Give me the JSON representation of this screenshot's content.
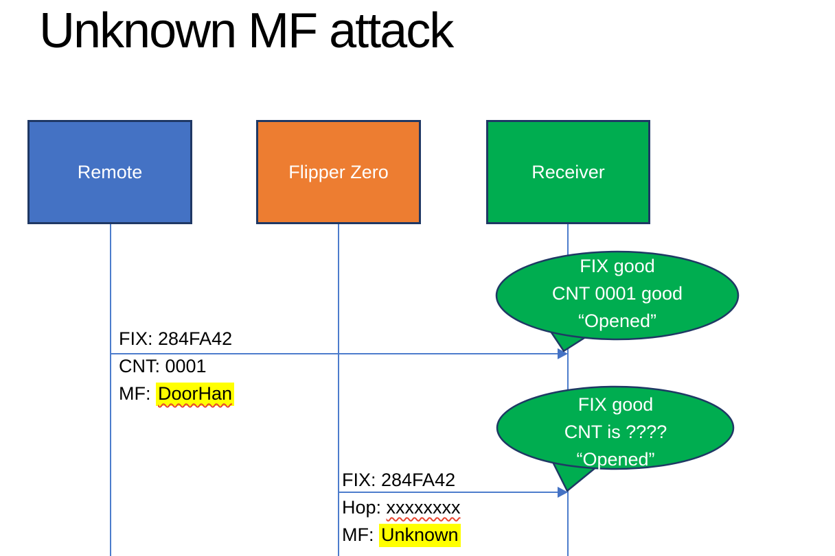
{
  "slide": {
    "title": "Unknown MF attack"
  },
  "actors": {
    "remote": {
      "label": "Remote",
      "fill": "#4472C4"
    },
    "flipper": {
      "label": "Flipper Zero",
      "fill": "#ED7D31"
    },
    "receiver": {
      "label": "Receiver",
      "fill": "#00AD50"
    }
  },
  "messages": {
    "msg1": {
      "from": "Remote",
      "to": "Receiver",
      "line1": "FIX: 284FA42",
      "line2": "CNT: 0001",
      "line3_prefix": "MF: ",
      "line3_value": "DoorHan",
      "line3_value_style": "yellow-highlight, red-wavy-underline"
    },
    "msg2": {
      "from": "Flipper Zero",
      "to": "Receiver",
      "line1": "FIX: 284FA42",
      "line2_prefix": "Hop: ",
      "line2_value": "xxxxxxxx",
      "line2_value_style": "red-wavy-underline",
      "line3_prefix": "MF: ",
      "line3_value": "Unknown",
      "line3_value_style": "yellow-highlight"
    }
  },
  "callouts": {
    "callout1": {
      "speaker": "Receiver",
      "line1": "FIX good",
      "line2": "CNT 0001 good",
      "line3": "“Opened”"
    },
    "callout2": {
      "speaker": "Receiver",
      "line1": "FIX good",
      "line2": "CNT is ????",
      "line3": "“Opened”"
    }
  },
  "colors": {
    "actor_remote_fill": "#4472C4",
    "actor_flipper_fill": "#ED7D31",
    "actor_receiver_fill": "#00AD50",
    "callout_fill": "#00AD50",
    "shape_outline": "#1F3864",
    "connector": "#4472C4",
    "highlight": "#FFFF00",
    "spellcheck_underline": "#E8442E",
    "title_color": "#000000"
  }
}
